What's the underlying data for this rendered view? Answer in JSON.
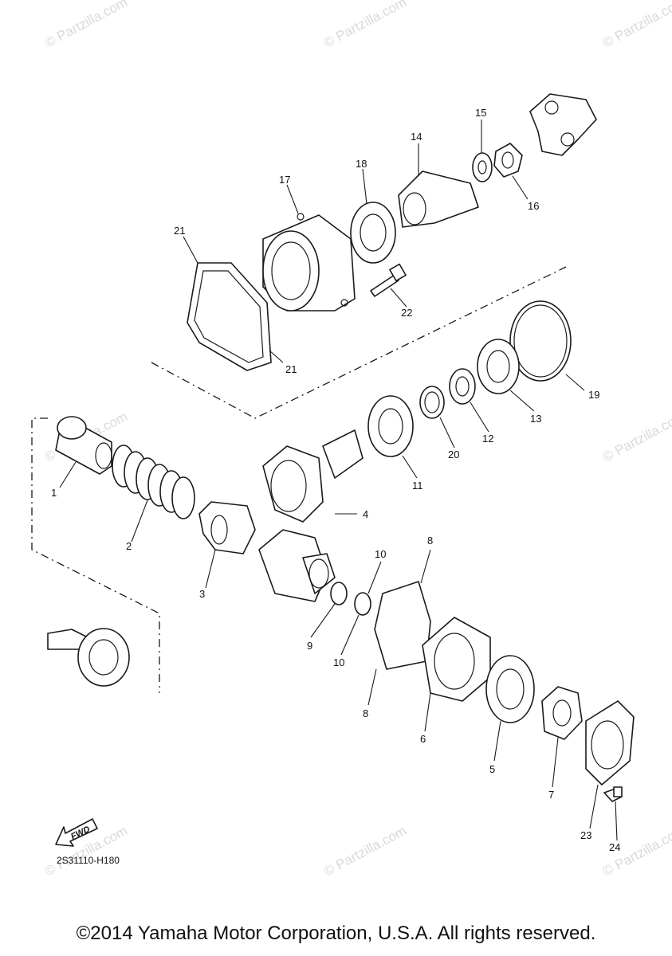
{
  "diagram_code": "2S31110-H180",
  "copyright": "©2014 Yamaha Motor Corporation, U.S.A. All rights reserved.",
  "fwd_label": "FWD",
  "watermark": "© Partzilla.com",
  "callouts": {
    "c1": "1",
    "c2": "2",
    "c3": "3",
    "c4": "4",
    "c5": "5",
    "c6": "6",
    "c7": "7",
    "c8a": "8",
    "c8b": "8",
    "c9": "9",
    "c10a": "10",
    "c10b": "10",
    "c11": "11",
    "c12": "12",
    "c13": "13",
    "c14": "14",
    "c15": "15",
    "c16": "16",
    "c17": "17",
    "c18": "18",
    "c19": "19",
    "c20": "20",
    "c21a": "21",
    "c21b": "21",
    "c22": "22",
    "c23": "23",
    "c24": "24"
  }
}
